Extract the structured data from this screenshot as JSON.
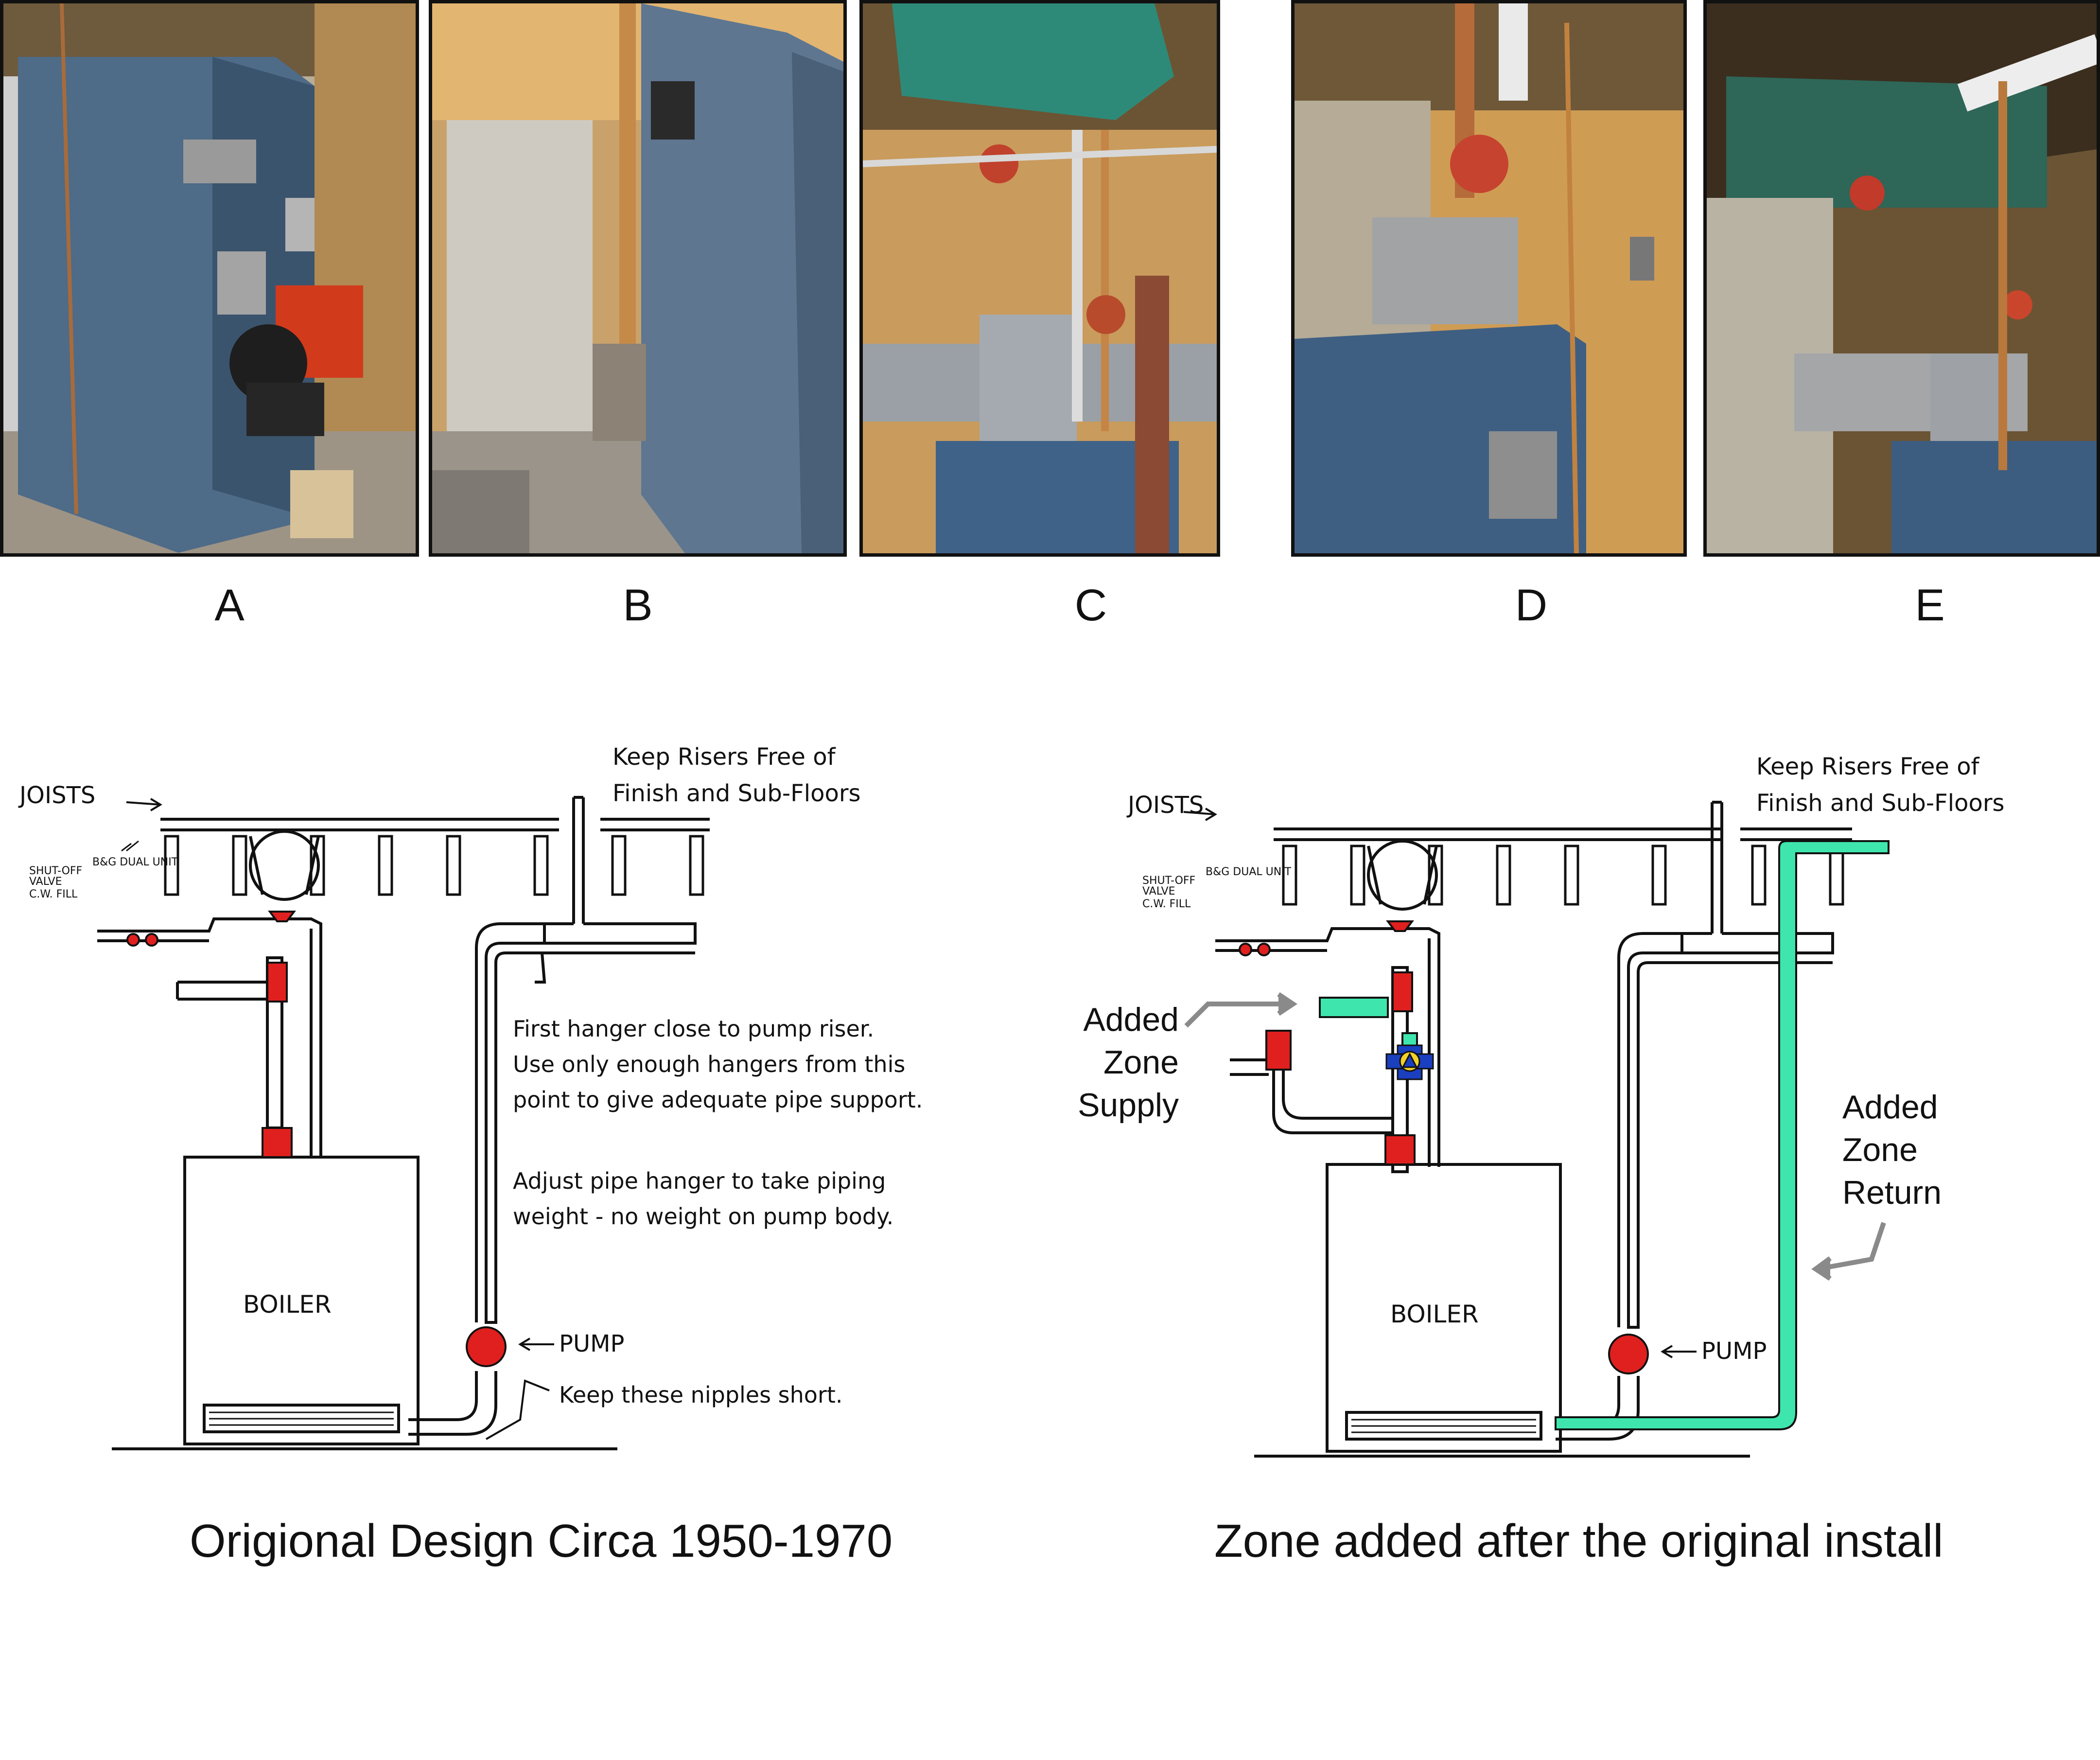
{
  "photos": [
    {
      "label": "A",
      "subject": "blue boiler cabinet with red oil burner"
    },
    {
      "label": "B",
      "subject": "side of boiler cabinet with copper riser"
    },
    {
      "label": "C",
      "subject": "flue pipe, green expansion tank and circulator"
    },
    {
      "label": "D",
      "subject": "boiler top with circulator and flue"
    },
    {
      "label": "E",
      "subject": "boiler piping with expansion tank and flue"
    }
  ],
  "diagram_original": {
    "note_risers": [
      "Keep Risers Free of",
      "Finish and Sub-Floors"
    ],
    "joists_label": "JOISTS",
    "shutoff_label": [
      "SHUT-OFF",
      "VALVE"
    ],
    "dual_unit_label": "B&G DUAL UNIT",
    "fill_label": "C.W. FILL",
    "hanger_note": [
      "First hanger close to pump riser.",
      "Use only enough hangers from this",
      "point to give adequate pipe support."
    ],
    "weight_note": [
      "Adjust pipe hanger to take piping",
      "weight - no weight on pump body."
    ],
    "boiler_label": "BOILER",
    "pump_label": "PUMP",
    "nipples_note": "Keep these nipples short.",
    "caption": "Origional Design Circa 1950-1970"
  },
  "diagram_zone": {
    "note_risers": [
      "Keep Risers Free of",
      "Finish and Sub-Floors"
    ],
    "joists_label": "JOISTS",
    "shutoff_label": [
      "SHUT-OFF",
      "VALVE"
    ],
    "dual_unit_label": "B&G DUAL UNIT",
    "fill_label": "C.W. FILL",
    "added_supply": [
      "Added",
      "Zone",
      "Supply"
    ],
    "added_return": [
      "Added",
      "Zone",
      "Return"
    ],
    "boiler_label": "BOILER",
    "pump_label": "PUMP",
    "caption": "Zone added after the original install"
  },
  "colors": {
    "added_zone_pipe": "#3ee6ad",
    "component_red": "#e0201e",
    "zone_valve_blue": "#1a3fbf",
    "arrow_grey": "#8a8a8a"
  }
}
